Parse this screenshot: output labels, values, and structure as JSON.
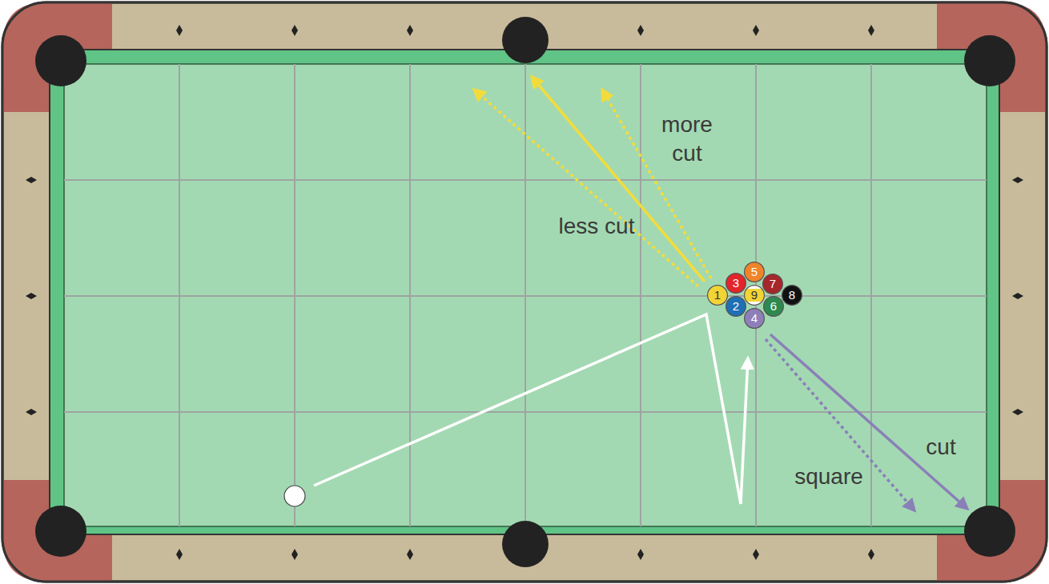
{
  "diagram": {
    "nodes": [
      {
        "text": [
          "5"
        ]
      },
      {
        "text": [
          "3"
        ]
      },
      {
        "text": [
          "7"
        ]
      },
      {
        "text": [
          "1"
        ]
      },
      {
        "text": [
          "9"
        ]
      },
      {
        "text": [
          "8"
        ]
      },
      {
        "text": [
          "2"
        ]
      },
      {
        "text": [
          "6"
        ]
      },
      {
        "text": [
          "4"
        ]
      }
    ],
    "labels": [
      "more cut",
      "less cut",
      "square",
      "cut"
    ]
  }
}
